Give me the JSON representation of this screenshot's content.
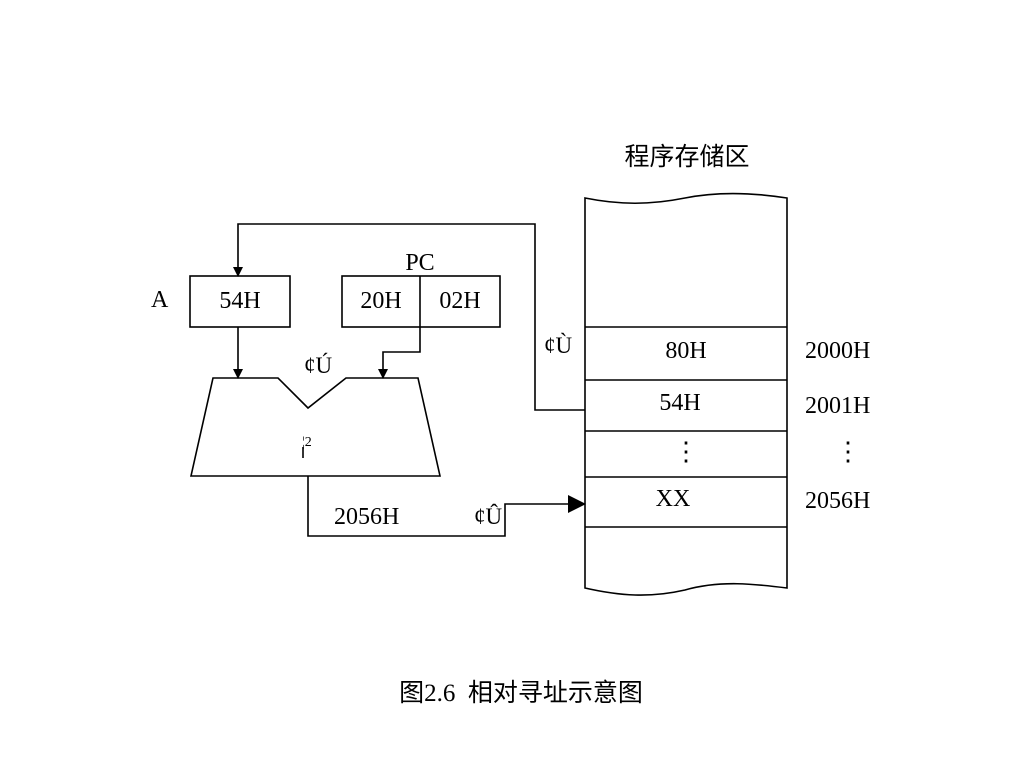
{
  "memory": {
    "title": "程序存储区",
    "cells": [
      "80H",
      "54H",
      "⋮",
      "XX"
    ],
    "addresses": [
      "2000H",
      "2001H",
      "⋮",
      "2056H"
    ]
  },
  "register_a": {
    "label": "A",
    "value": "54H"
  },
  "pc": {
    "label": "PC",
    "high": "20H",
    "low": "02H"
  },
  "adder": {
    "marker_in": "¢Ú",
    "mark": "¦2"
  },
  "markers": {
    "memory_side": "¢Ù",
    "result_side": "¢Û"
  },
  "result": {
    "value": "2056H"
  },
  "caption": "图2.6  相对寻址示意图"
}
